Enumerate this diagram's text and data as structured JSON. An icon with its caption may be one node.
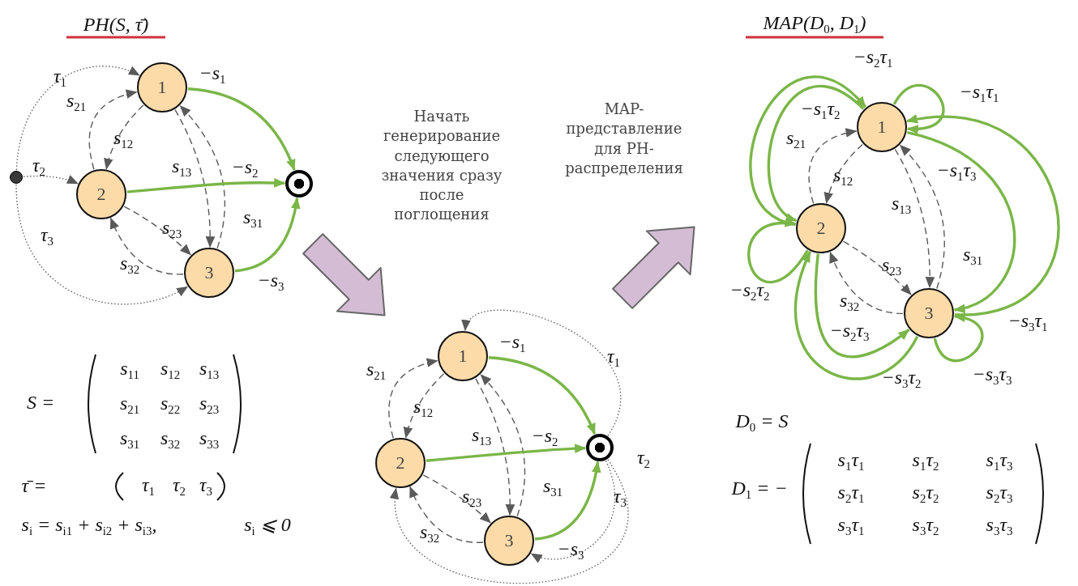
{
  "diagram": {
    "nodes": [
      {
        "text": [],
        "shape": "dot"
      },
      {
        "text": [
          "1"
        ]
      },
      {
        "text": [
          "2"
        ]
      },
      {
        "text": [
          "3"
        ]
      },
      {
        "text": [],
        "shape": "circle"
      },
      {
        "text": [
          "1"
        ]
      },
      {
        "text": [
          "2"
        ]
      },
      {
        "text": [
          "3"
        ]
      },
      {
        "text": [],
        "shape": "circle"
      },
      {
        "text": [
          "1"
        ]
      },
      {
        "text": [
          "2"
        ]
      },
      {
        "text": [
          "3"
        ]
      }
    ],
    "edges": [
      {
        "from": 0,
        "to": 1,
        "arrow": "to",
        "label": "τ$_{1}$",
        "style": "dashed"
      },
      {
        "from": 0,
        "to": 2,
        "arrow": "to",
        "label": "τ$_{2}$",
        "style": "dashed"
      },
      {
        "from": 0,
        "to": 3,
        "arrow": "to",
        "label": "τ$_{3}$",
        "style": "dashed"
      },
      {
        "from": 1,
        "to": 2,
        "arrow": "to",
        "label": "s$_{12}$",
        "style": "dashed"
      },
      {
        "from": 2,
        "to": 1,
        "arrow": "to",
        "label": "s$_{21}$",
        "style": "dashed"
      },
      {
        "from": 1,
        "to": 3,
        "arrow": "to",
        "label": "s$_{13}$",
        "style": "dashed"
      },
      {
        "from": 3,
        "to": 1,
        "arrow": "to",
        "label": "s$_{31}$",
        "style": "dashed"
      },
      {
        "from": 2,
        "to": 3,
        "arrow": "to",
        "label": "s$_{23}$",
        "style": "dashed"
      },
      {
        "from": 3,
        "to": 2,
        "arrow": "to",
        "label": "s$_{32}$",
        "style": "dashed"
      },
      {
        "from": 1,
        "to": 4,
        "arrow": "to",
        "label": "−s$_{1}$",
        "style": "thick",
        "color": "#7ab648"
      },
      {
        "from": 2,
        "to": 4,
        "arrow": "to",
        "label": "−s$_{2}$",
        "style": "thick",
        "color": "#7ab648"
      },
      {
        "from": 3,
        "to": 4,
        "arrow": "to",
        "label": "−s$_{3}$",
        "style": "thick",
        "color": "#7ab648"
      },
      {
        "from": 8,
        "to": 5,
        "arrow": "to",
        "label": "τ$_{1}$",
        "style": "dashed"
      },
      {
        "from": 8,
        "to": 6,
        "arrow": "to",
        "label": "τ$_{2}$",
        "style": "dashed"
      },
      {
        "from": 8,
        "to": 7,
        "arrow": "to",
        "label": "τ$_{3}$",
        "style": "dashed"
      },
      {
        "from": 5,
        "to": 6,
        "arrow": "to",
        "label": "s$_{12}$",
        "style": "dashed"
      },
      {
        "from": 6,
        "to": 5,
        "arrow": "to",
        "label": "s$_{21}$",
        "style": "dashed"
      },
      {
        "from": 5,
        "to": 7,
        "arrow": "to",
        "label": "s$_{13}$",
        "style": "dashed"
      },
      {
        "from": 7,
        "to": 5,
        "arrow": "to",
        "label": "s$_{31}$",
        "style": "dashed"
      },
      {
        "from": 6,
        "to": 7,
        "arrow": "to",
        "label": "s$_{23}$",
        "style": "dashed"
      },
      {
        "from": 7,
        "to": 6,
        "arrow": "to",
        "label": "s$_{32}$",
        "style": "dashed"
      },
      {
        "from": 5,
        "to": 8,
        "arrow": "to",
        "label": "−s$_{1}$",
        "style": "thick",
        "color": "#7ab648"
      },
      {
        "from": 6,
        "to": 8,
        "arrow": "to",
        "label": "−s$_{2}$",
        "style": "thick",
        "color": "#7ab648"
      },
      {
        "from": 7,
        "to": 8,
        "arrow": "to",
        "label": "−s$_{3}$",
        "style": "thick",
        "color": "#7ab648"
      },
      {
        "from": 9,
        "to": 10,
        "arrow": "to",
        "label": "s$_{12}$",
        "style": "dashed"
      },
      {
        "from": 10,
        "to": 9,
        "arrow": "to",
        "label": "s$_{21}$",
        "style": "dashed"
      },
      {
        "from": 9,
        "to": 11,
        "arrow": "to",
        "label": "s$_{13}$",
        "style": "dashed"
      },
      {
        "from": 11,
        "to": 9,
        "arrow": "to",
        "label": "s$_{31}$",
        "style": "dashed"
      },
      {
        "from": 10,
        "to": 11,
        "arrow": "to",
        "label": "s$_{23}$",
        "style": "dashed"
      },
      {
        "from": 11,
        "to": 10,
        "arrow": "to",
        "label": "s$_{32}$",
        "style": "dashed"
      },
      {
        "from": 9,
        "to": 9,
        "arrow": "to",
        "label": "−s$_{1}$τ$_{1}$",
        "style": "thick",
        "color": "#7ab648"
      },
      {
        "from": 9,
        "to": 10,
        "arrow": "to",
        "label": "−s$_{1}$τ$_{2}$",
        "style": "thick",
        "color": "#7ab648"
      },
      {
        "from": 9,
        "to": 11,
        "arrow": "to",
        "label": "−s$_{1}$τ$_{3}$",
        "style": "thick",
        "color": "#7ab648"
      },
      {
        "from": 10,
        "to": 9,
        "arrow": "to",
        "label": "−s$_{2}$τ$_{1}$",
        "style": "thick",
        "color": "#7ab648"
      },
      {
        "from": 10,
        "to": 10,
        "arrow": "to",
        "label": "−s$_{2}$τ$_{2}$",
        "style": "thick",
        "color": "#7ab648"
      },
      {
        "from": 10,
        "to": 11,
        "arrow": "to",
        "label": "−s$_{2}$τ$_{3}$",
        "style": "thick",
        "color": "#7ab648"
      },
      {
        "from": 11,
        "to": 9,
        "arrow": "to",
        "label": "−s$_{3}$τ$_{1}$",
        "style": "thick",
        "color": "#7ab648"
      },
      {
        "from": 11,
        "to": 10,
        "arrow": "to",
        "label": "−s$_{3}$τ$_{2}$",
        "style": "thick",
        "color": "#7ab648"
      },
      {
        "from": 11,
        "to": 11,
        "arrow": "to",
        "label": "−s$_{3}$τ$_{3}$",
        "style": "thick",
        "color": "#7ab648"
      }
    ],
    "labels": [
      "PH(S, τ̄)",
      "MAP(D$_{0}$, D$_{1}$)",
      "Начать генерирование следующего значения сразу после поглощения",
      "MAP-представление для PH-распределения",
      "S =",
      "s$_{11}$",
      "s$_{12}$",
      "s$_{13}$",
      "s$_{21}$",
      "s$_{22}$",
      "s$_{23}$",
      "s$_{31}$",
      "s$_{32}$",
      "s$_{33}$",
      "τ̄ =",
      "τ$_{1}$",
      "τ$_{2}$",
      "τ$_{3}$",
      "s$_{i}$ = s$_{i1}$ + s$_{i2}$ + s$_{i3}$,",
      "s$_{i}$ ⩽ 0",
      "D$_{0}$ = S",
      "D$_{1}$ = −",
      "s$_{1}$τ$_{1}$",
      "s$_{1}$τ$_{2}$",
      "s$_{1}$τ$_{3}$",
      "s$_{2}$τ$_{1}$",
      "s$_{2}$τ$_{2}$",
      "s$_{2}$τ$_{3}$",
      "s$_{3}$τ$_{1}$",
      "s$_{3}$τ$_{2}$",
      "s$_{3}$τ$_{3}$"
    ]
  }
}
